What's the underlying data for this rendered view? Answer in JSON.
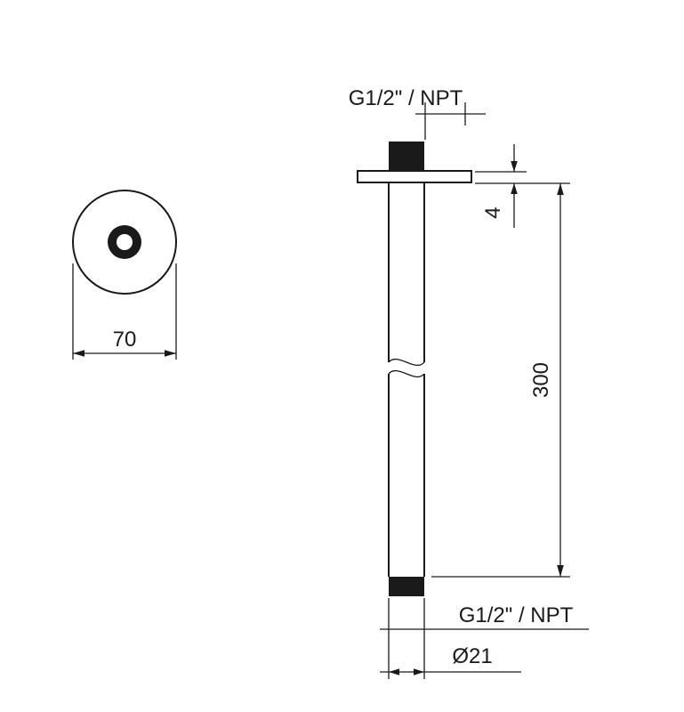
{
  "drawing": {
    "title": "Ceiling shower arm technical drawing",
    "views": {
      "left": "flange-front-view",
      "right": "arm-side-view"
    },
    "labels": {
      "top_thread": "G1/2\" / NPT",
      "bottom_thread": "G1/2\" / NPT",
      "flange_diameter": "70",
      "flange_thickness": "4",
      "arm_length": "300",
      "tube_diameter": "Ø21"
    },
    "colors": {
      "line": "#1a1a1a",
      "fill": "#1a1a1a",
      "background": "#ffffff"
    }
  }
}
